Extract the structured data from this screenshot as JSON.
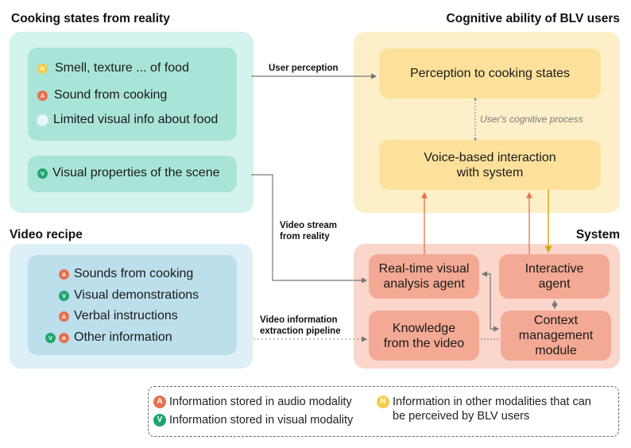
{
  "colors": {
    "audio": "#e8704e",
    "visual": "#1fa66e",
    "other": "#f5cc4a",
    "limited_visual": "#eafaf7",
    "reality_panel": "#d4f2ee",
    "reality_box": "#a9e4d9",
    "video_panel": "#ddeff7",
    "video_box": "#bcdfec",
    "cognitive_panel": "#fdf0c8",
    "cognitive_box": "#fde19a",
    "system_panel": "#fbd6cb",
    "system_box": "#f3a993",
    "arrow_gray": "#777777",
    "arrow_orange": "#e8704e",
    "arrow_gold": "#d4a817"
  },
  "reality": {
    "title": "Cooking states from reality",
    "perceived_items": [
      {
        "badge": "N",
        "kind": "other",
        "label": "Smell, texture ... of food"
      },
      {
        "badge": "A",
        "kind": "audio",
        "label": "Sound from cooking"
      },
      {
        "badge": "V",
        "kind": "limited_visual",
        "label": "Limited visual info about food"
      }
    ],
    "visual_item": {
      "badge": "V",
      "kind": "visual",
      "label": "Visual properties of the scene"
    }
  },
  "video_recipe": {
    "title": "Video recipe",
    "items": [
      {
        "badges": [
          "A"
        ],
        "label": "Sounds from cooking"
      },
      {
        "badges": [
          "V"
        ],
        "label": "Visual demonstrations"
      },
      {
        "badges": [
          "A"
        ],
        "label": "Verbal instructions"
      },
      {
        "badges": [
          "V",
          "A"
        ],
        "label": "Other information"
      }
    ]
  },
  "cognitive": {
    "title": "Cognitive ability of BLV users",
    "perception_box": "Perception to cooking states",
    "process_label": "User's cognitive process",
    "voice_box_line1": "Voice-based interaction",
    "voice_box_line2": "with system"
  },
  "system": {
    "title": "System",
    "realtime_line1": "Real-time visual",
    "realtime_line2": "analysis agent",
    "interactive_line1": "Interactive",
    "interactive_line2": "agent",
    "knowledge_line1": "Knowledge",
    "knowledge_line2": "from the video",
    "context_line1": "Context",
    "context_line2": "management",
    "context_line3": "module"
  },
  "edges": {
    "user_perception": "User perception",
    "video_stream_line1": "Video stream",
    "video_stream_line2": "from reality",
    "video_info_line1": "Video information",
    "video_info_line2": "extraction pipeline"
  },
  "legend": {
    "audio": {
      "badge": "A",
      "label": "Information stored in audio modality"
    },
    "visual": {
      "badge": "V",
      "label": "Information stored in visual modality"
    },
    "other": {
      "badge": "N",
      "label_line1": "Information in other modalities that can",
      "label_line2": "be perceived by BLV users"
    }
  }
}
